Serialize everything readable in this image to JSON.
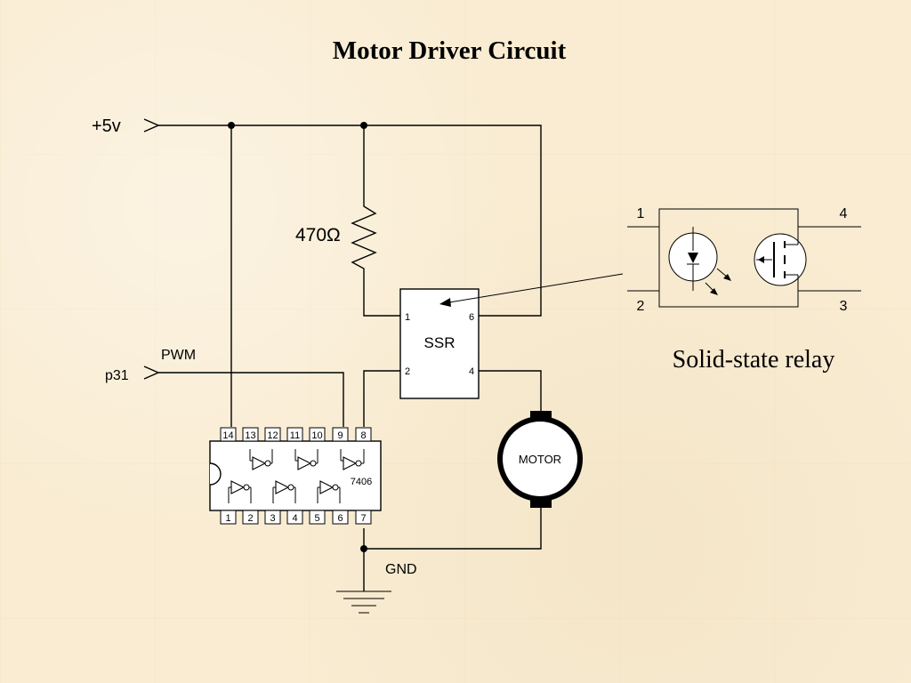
{
  "title": "Motor Driver Circuit",
  "supply_label": "+5v",
  "resistor_label": "470Ω",
  "pwm_label": "PWM",
  "port_label": "p31",
  "gnd_label": "GND",
  "ssr": {
    "label": "SSR",
    "pin1": "1",
    "pin2": "2",
    "pin4": "4",
    "pin6": "6"
  },
  "ic": {
    "part": "7406",
    "top_pins": [
      "14",
      "13",
      "12",
      "11",
      "10",
      "9",
      "8"
    ],
    "bottom_pins": [
      "1",
      "2",
      "3",
      "4",
      "5",
      "6",
      "7"
    ]
  },
  "motor_label": "MOTOR",
  "relay": {
    "caption": "Solid-state relay",
    "pin1": "1",
    "pin2": "2",
    "pin3": "3",
    "pin4": "4"
  }
}
